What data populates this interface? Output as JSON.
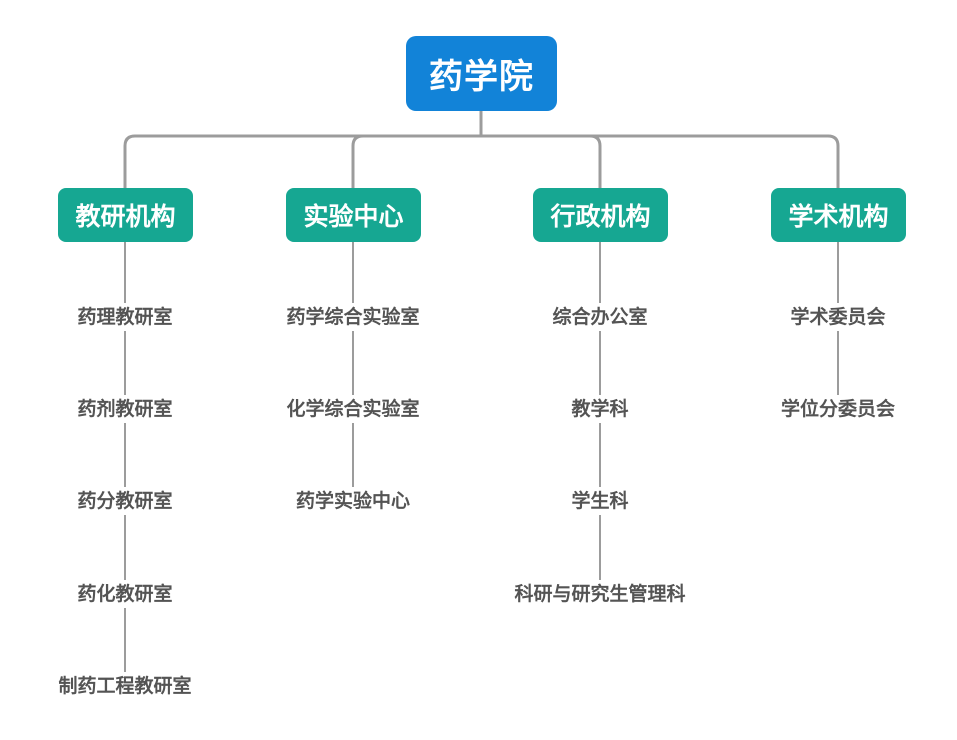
{
  "colors": {
    "root_fill": "#1283d8",
    "branch_fill": "#16a792",
    "connector": "#9c9c9c",
    "leaf_text": "#545454"
  },
  "root": {
    "label": "药学院"
  },
  "branches": [
    {
      "label": "教研机构",
      "items": [
        "药理教研室",
        "药剂教研室",
        "药分教研室",
        "药化教研室",
        "制药工程教研室"
      ]
    },
    {
      "label": "实验中心",
      "items": [
        "药学综合实验室",
        "化学综合实验室",
        "药学实验中心"
      ]
    },
    {
      "label": "行政机构",
      "items": [
        "综合办公室",
        "教学科",
        "学生科",
        "科研与研究生管理科"
      ]
    },
    {
      "label": "学术机构",
      "items": [
        "学术委员会",
        "学位分委员会"
      ]
    }
  ]
}
